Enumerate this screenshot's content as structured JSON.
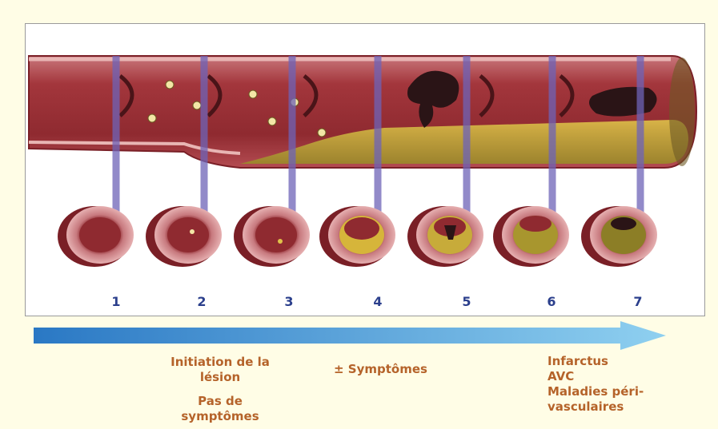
{
  "stages": [
    "1",
    "2",
    "3",
    "4",
    "5",
    "6",
    "7"
  ],
  "captions": {
    "initiation_line1": "Initiation de la",
    "initiation_line2": "lésion",
    "no_symptoms_line1": "Pas de",
    "no_symptoms_line2": "symptômes",
    "symptoms": "± Symptômes",
    "outcome_1": "Infarctus",
    "outcome_2": "AVC",
    "outcome_3_line1": "Maladies péri-",
    "outcome_3_line2": "vasculaires"
  },
  "colors": {
    "vessel_red": "#9e2f36",
    "plaque_yellow": "#d6b53a",
    "connector_blue": "#6e63b8",
    "arrow_blue": "#2a78c4",
    "caption_text": "#b5632a",
    "number_text": "#2b3f8c"
  }
}
